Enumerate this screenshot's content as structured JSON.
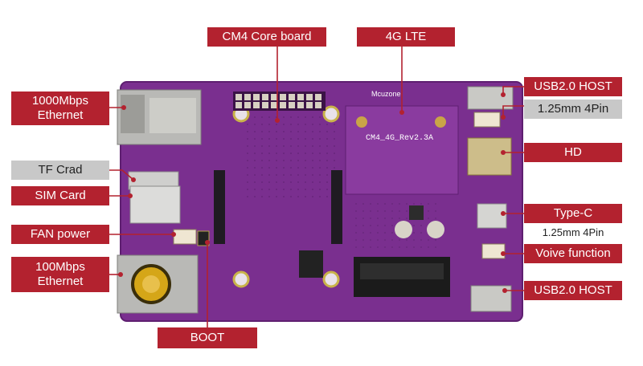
{
  "colors": {
    "label_red": "#b3222f",
    "label_grey": "#c8c8c8",
    "pcb_purple": "#7a2f8f",
    "leader_line": "#b3222f"
  },
  "board": {
    "silkscreen_model": "CM4_4G_Rev2.3A",
    "brand": "Mcuzone"
  },
  "labels": {
    "cm4_core_board": "CM4 Core board",
    "lte_4g": "4G LTE",
    "usb_host_top": "USB2.0 HOST",
    "pin_125_top": "1.25mm 4Pin",
    "hd": "HD",
    "type_c": "Type-C",
    "pin_125_right": "1.25mm 4Pin",
    "voice_function": "Voive function",
    "usb_host_bottom": "USB2.0 HOST",
    "ethernet_1000": "1000Mbps Ethernet",
    "tf_card": "TF Crad",
    "sim_card": "SIM Card",
    "fan_power": "FAN power",
    "ethernet_100": "100Mbps Ethernet",
    "boot": "BOOT"
  }
}
